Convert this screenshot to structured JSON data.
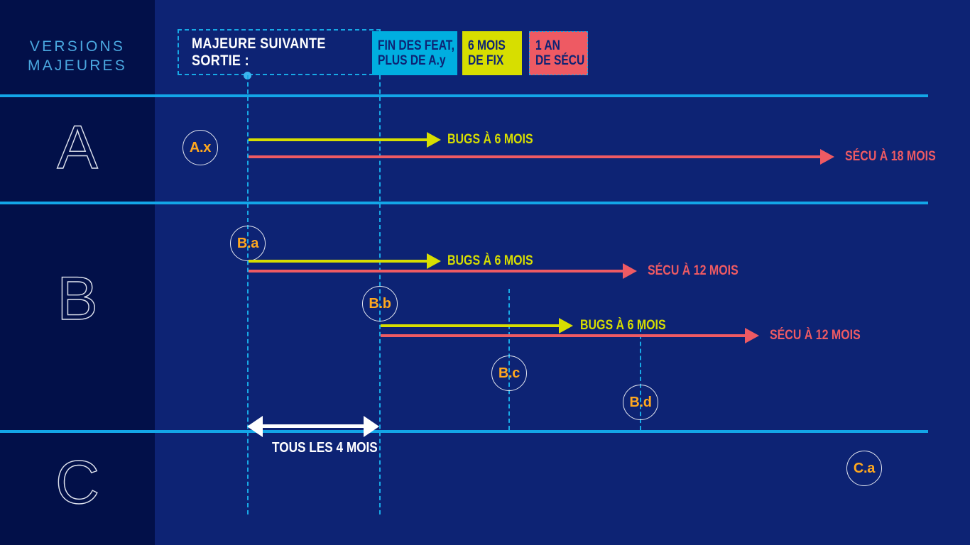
{
  "sidebar": {
    "title_line1": "VERSIONS",
    "title_line2": "MAJEURES",
    "rows": [
      {
        "letter": "A"
      },
      {
        "letter": "B"
      },
      {
        "letter": "C"
      }
    ]
  },
  "header": {
    "box_label": "MAJEURE SUIVANTE SORTIE :",
    "badges": [
      {
        "line1": "FIN DES FEAT,",
        "line2": "PLUS DE A.y",
        "color": "#00aee0"
      },
      {
        "line1": "6 MOIS",
        "line2": "DE FIX",
        "color": "#d7de00"
      },
      {
        "line1": "1 AN",
        "line2": "DE SÉCU",
        "color": "#ee5a63"
      }
    ]
  },
  "timeline": {
    "versions": [
      {
        "id": "A.x"
      },
      {
        "id": "B.a"
      },
      {
        "id": "B.b"
      },
      {
        "id": "B.c"
      },
      {
        "id": "B.d"
      },
      {
        "id": "C.a"
      }
    ],
    "tracks": [
      {
        "version": "A.x",
        "bugs_label": "BUGS À 6 MOIS",
        "secu_label": "SÉCU À 18 MOIS"
      },
      {
        "version": "B.a",
        "bugs_label": "BUGS À 6 MOIS",
        "secu_label": "SÉCU À 12 MOIS"
      },
      {
        "version": "B.b",
        "bugs_label": "BUGS À 6 MOIS",
        "secu_label": "SÉCU À 12 MOIS"
      }
    ],
    "cadence_label": "TOUS LES 4 MOIS"
  },
  "colors": {
    "background": "#0d2374",
    "sidebar": "#021049",
    "cyan": "#13a6e8",
    "yellow": "#d7de00",
    "red": "#ee5a63",
    "orange": "#ffa81e",
    "white": "#ffffff"
  }
}
